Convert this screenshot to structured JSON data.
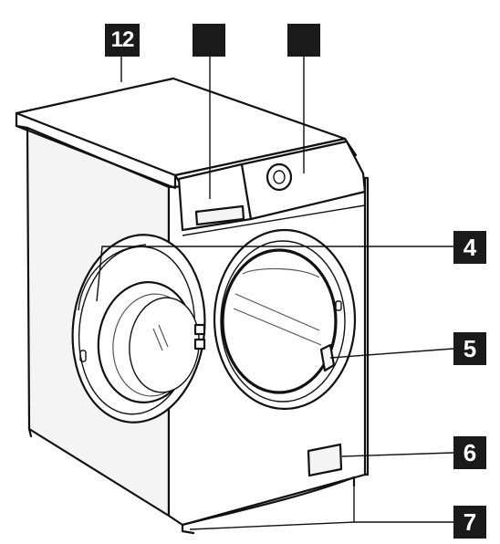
{
  "callouts": {
    "c12": "12",
    "c2": "",
    "c3": "",
    "c4": "4",
    "c5": "5",
    "c6": "6",
    "c7": "7"
  },
  "colors": {
    "callout_bg": "#1a1a1a",
    "callout_text": "#ffffff",
    "line": "#111111"
  }
}
